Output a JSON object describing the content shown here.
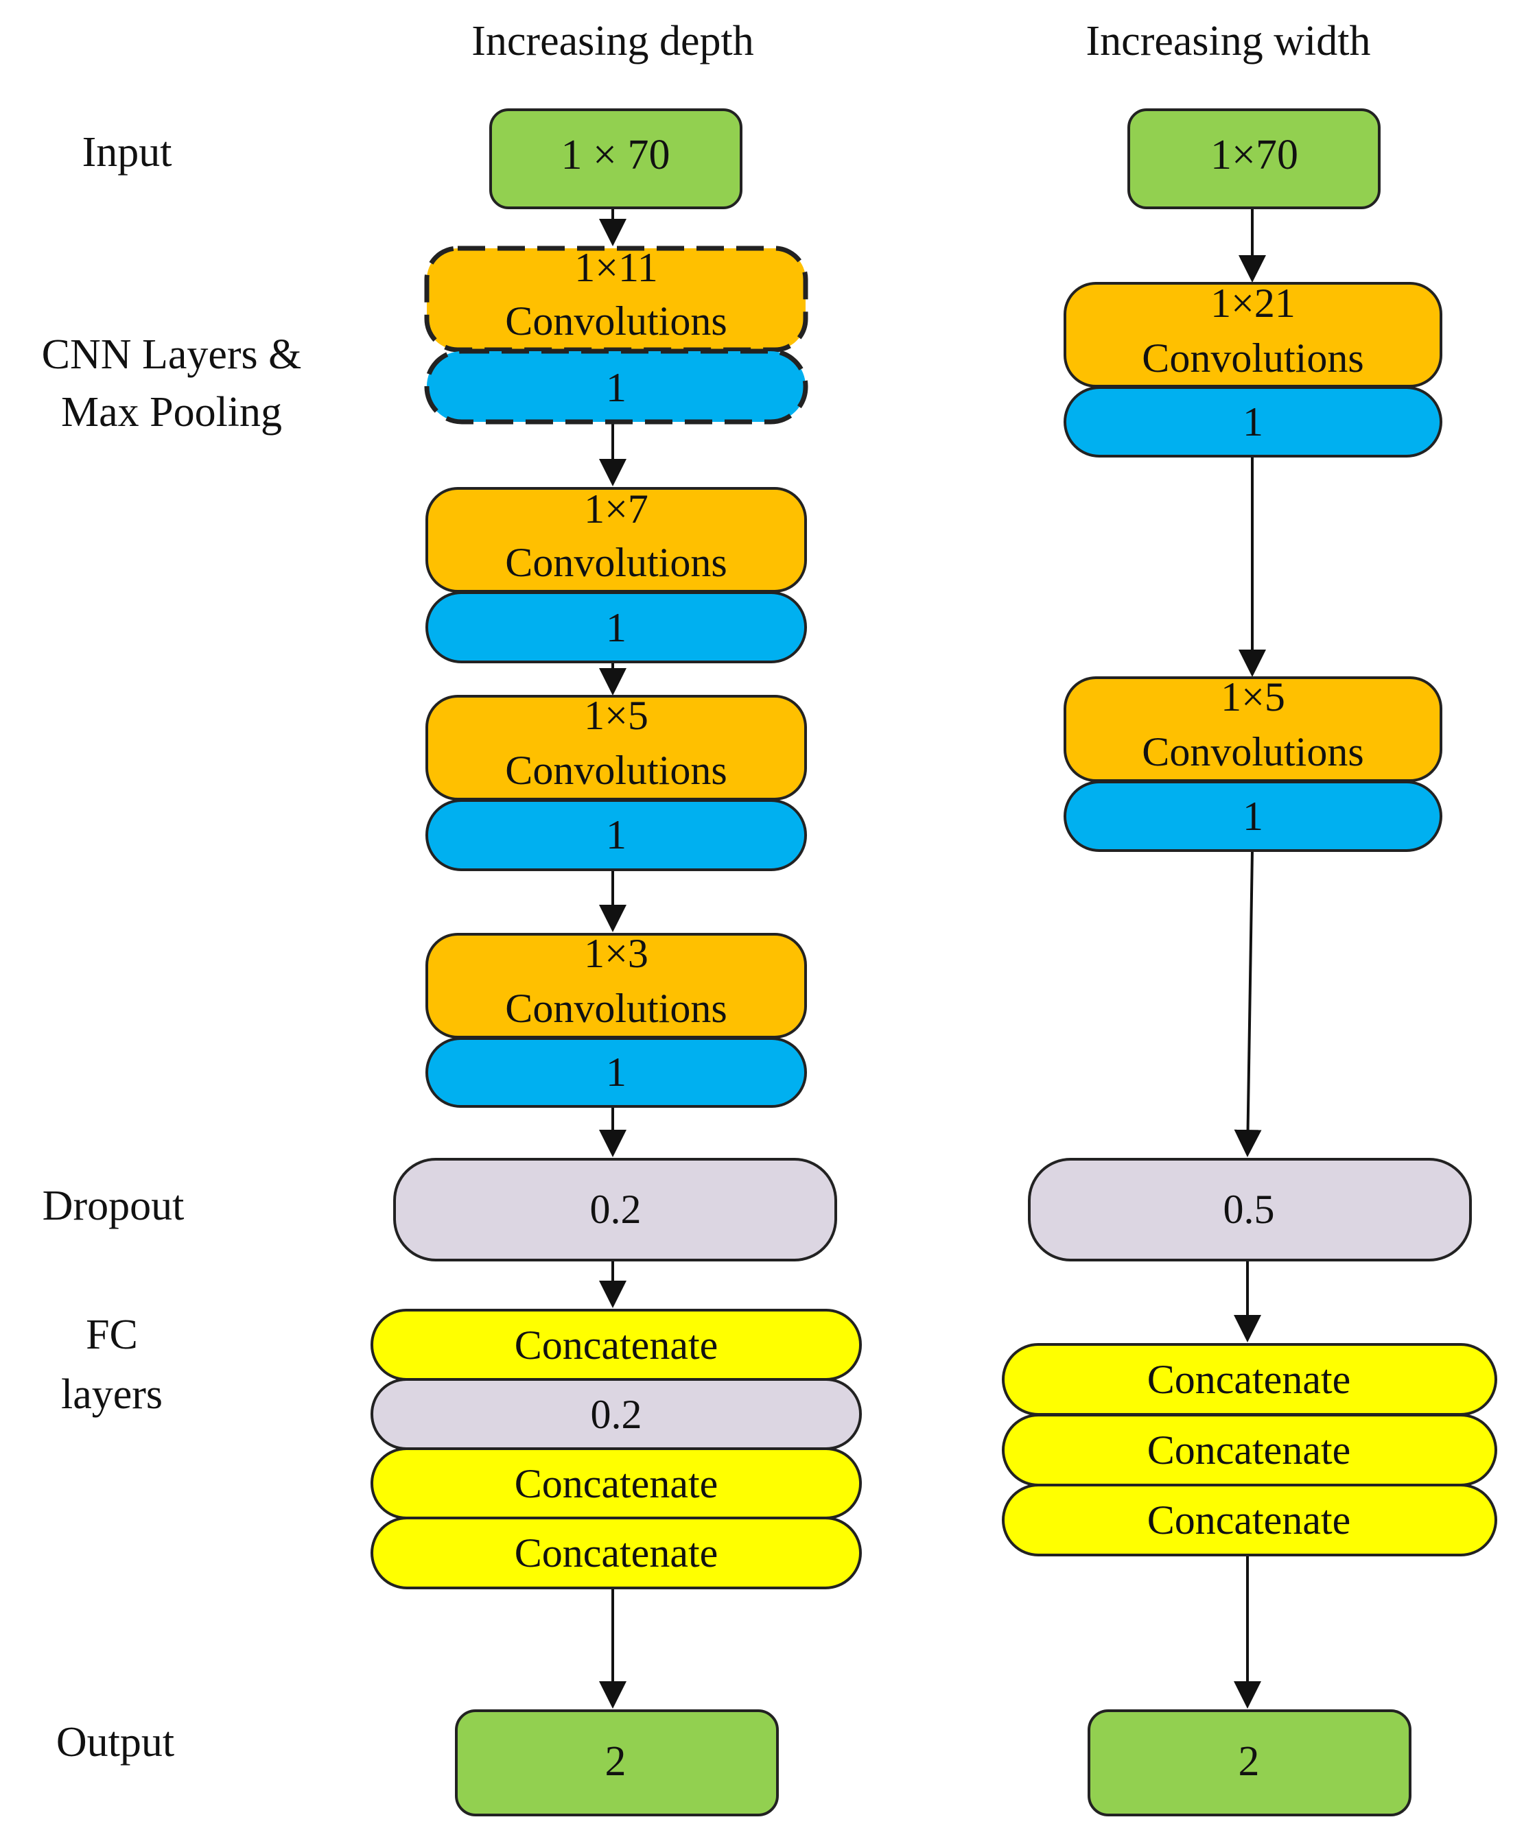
{
  "colors": {
    "input_output": "#92d050",
    "convolution": "#ffc000",
    "pooling": "#00b0f0",
    "dropout": "#dcd6e2",
    "concatenate": "#ffff00",
    "stroke": "#222222"
  },
  "columns": [
    {
      "title": "Increasing depth"
    },
    {
      "title": "Increasing width"
    }
  ],
  "row_labels": {
    "input": "Input",
    "cnn_line1": "CNN Layers &",
    "cnn_line2": "Max Pooling",
    "dropout": "Dropout",
    "fc_line1": "FC",
    "fc_line2": "layers",
    "output": "Output"
  },
  "depth": {
    "input": "1 × 70",
    "conv1_size": "1×11",
    "conv1_label": "Convolutions",
    "pool1": "1",
    "conv2_size": "1×7",
    "conv2_label": "Convolutions",
    "pool2": "1",
    "conv3_size": "1×5",
    "conv3_label": "Convolutions",
    "pool3": "1",
    "conv4_size": "1×3",
    "conv4_label": "Convolutions",
    "pool4": "1",
    "dropout": "0.2",
    "fc1": "Concatenate",
    "fc_dropout": "0.2",
    "fc2": "Concatenate",
    "fc3": "Concatenate",
    "output": "2"
  },
  "width": {
    "input": "1×70",
    "conv1_size": "1×21",
    "conv1_label": "Convolutions",
    "pool1": "1",
    "conv2_size": "1×5",
    "conv2_label": "Convolutions",
    "pool2": "1",
    "dropout": "0.5",
    "fc1": "Concatenate",
    "fc2": "Concatenate",
    "fc3": "Concatenate",
    "output": "2"
  }
}
